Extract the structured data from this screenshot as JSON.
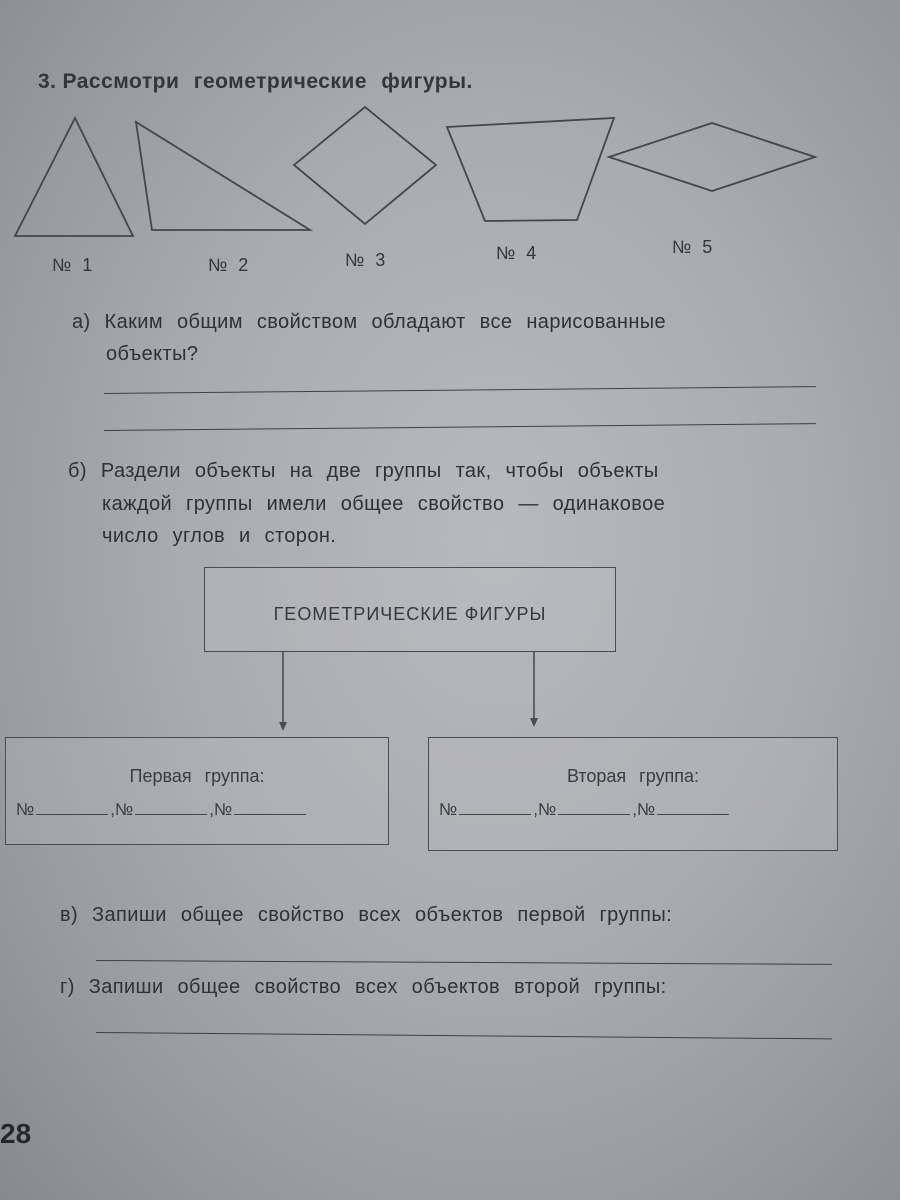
{
  "task": {
    "number": "3.",
    "title": "Рассмотри геометрические фигуры."
  },
  "shapes": [
    {
      "label": "№ 1"
    },
    {
      "label": "№ 2"
    },
    {
      "label": "№ 3"
    },
    {
      "label": "№ 4"
    },
    {
      "label": "№ 5"
    }
  ],
  "question_a": {
    "line1": "а) Каким общим свойством обладают все нарисованные",
    "line2": "объекты?"
  },
  "question_b": {
    "line1": "б) Раздели объекты на две группы так, чтобы объекты",
    "line2": "каждой группы имели общее свойство — одинаковое",
    "line3": "число углов и сторон."
  },
  "diagram": {
    "root": "ГЕОМЕТРИЧЕСКИЕ ФИГУРЫ",
    "group1": {
      "title": "Первая группа:",
      "slot1": "№",
      "slot2": ",№",
      "slot3": ",№"
    },
    "group2": {
      "title": "Вторая группа:",
      "slot1": "№",
      "slot2": ",№",
      "slot3": ",№"
    }
  },
  "question_v": "в) Запиши общее свойство всех объектов первой группы:",
  "question_g": "г) Запиши общее свойство всех объектов второй группы:",
  "page_number": "28"
}
